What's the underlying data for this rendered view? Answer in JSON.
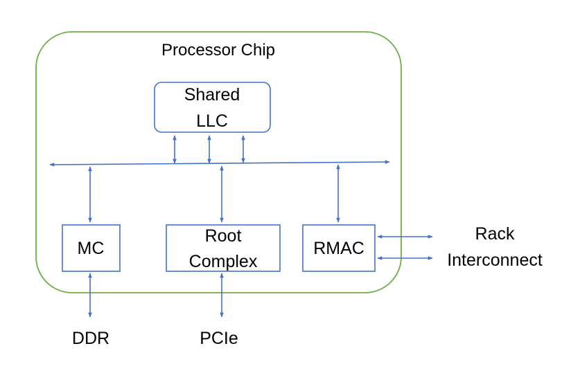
{
  "chip": {
    "title": "Processor Chip",
    "border_color": "#70ad47"
  },
  "blocks": {
    "llc": {
      "line1": "Shared",
      "line2": "LLC"
    },
    "mc": {
      "label": "MC"
    },
    "root_complex": {
      "line1": "Root",
      "line2": "Complex"
    },
    "rmac": {
      "label": "RMAC"
    }
  },
  "external": {
    "ddr": "DDR",
    "pcie": "PCIe",
    "rack_interconnect": {
      "line1": "Rack",
      "line2": "Interconnect"
    }
  },
  "colors": {
    "block_border": "#4472c4",
    "connector": "#4472c4",
    "text": "#000000"
  }
}
